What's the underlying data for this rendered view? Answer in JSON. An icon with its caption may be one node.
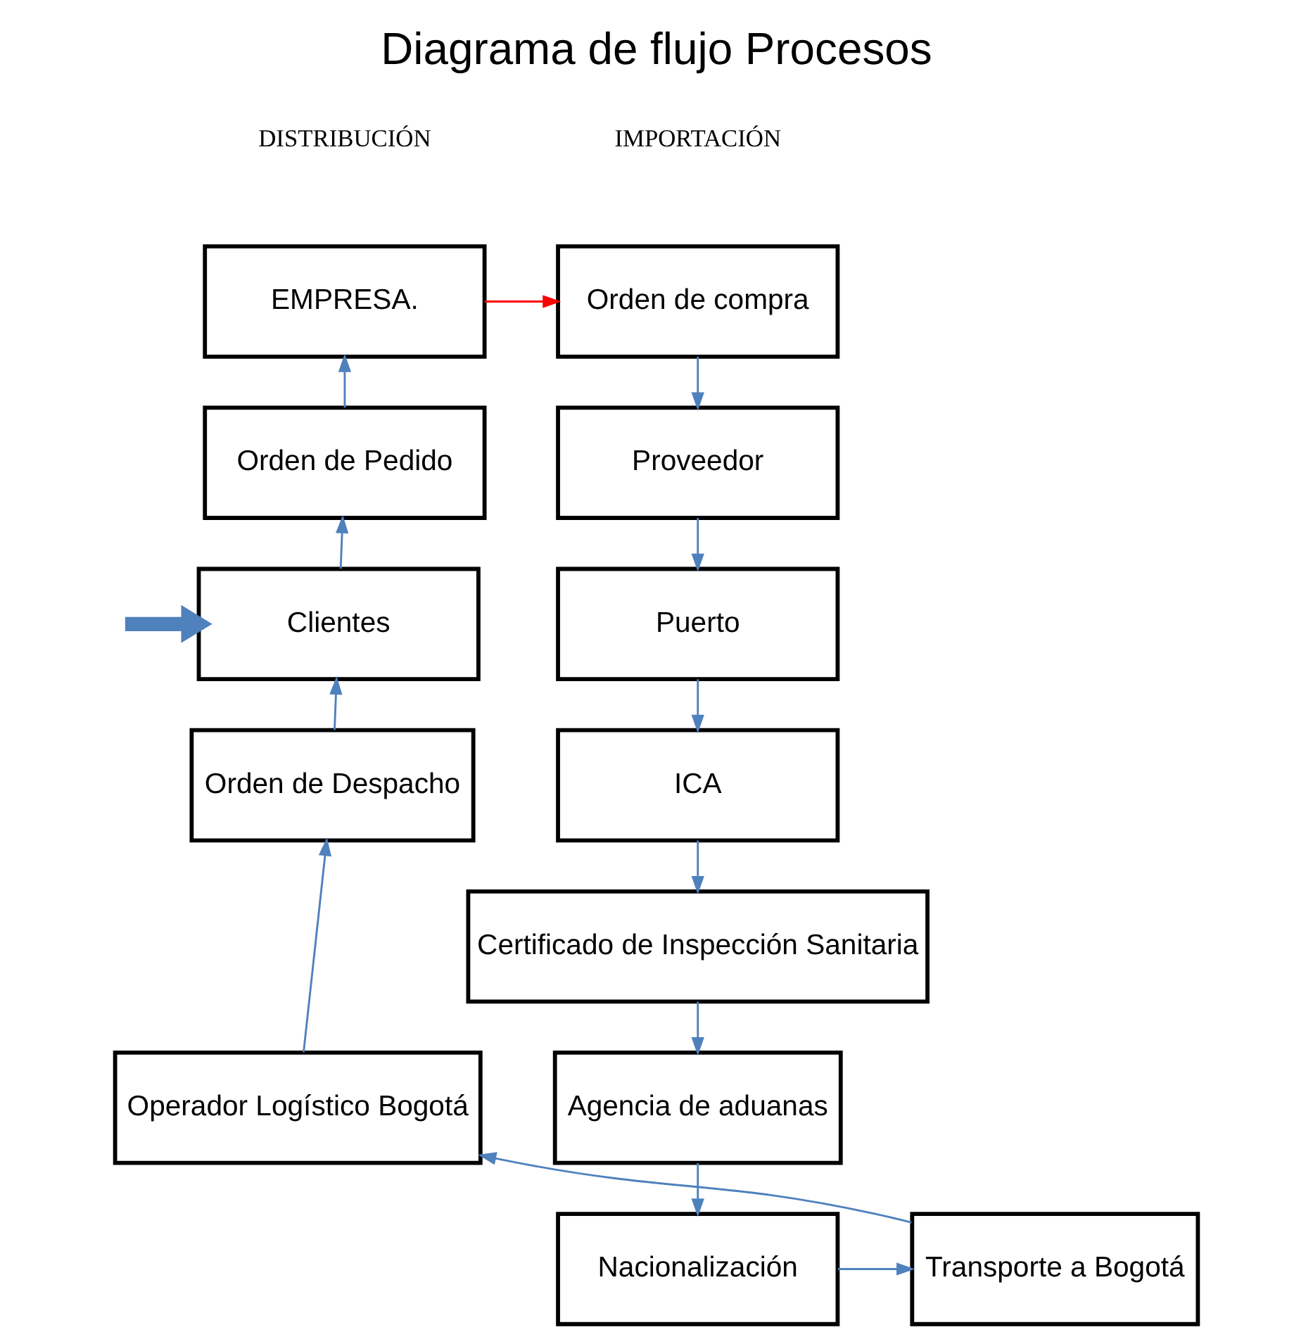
{
  "diagram": {
    "title": "Diagrama de flujo Procesos",
    "nodes": [
      {
        "text": [
          "Orden de compra"
        ]
      },
      {
        "text": [
          "Proveedor"
        ]
      },
      {
        "text": [
          "Puerto"
        ]
      },
      {
        "text": [
          "ICA"
        ]
      },
      {
        "text": [
          "Certificado de Inspección Sanitaria"
        ]
      },
      {
        "text": [
          "Agencia de aduanas"
        ]
      },
      {
        "text": [
          "Nacionalización"
        ]
      },
      {
        "text": [
          "EMPRESA."
        ]
      },
      {
        "text": [
          "Orden de Pedido"
        ]
      },
      {
        "text": [
          "Clientes"
        ]
      },
      {
        "text": [
          "Orden de Despacho"
        ]
      },
      {
        "text": [
          "Operador Logístico Bogotá"
        ]
      },
      {
        "text": [
          "Transporte a Bogotá"
        ]
      }
    ],
    "edges": [
      {
        "from": 0,
        "to": 1,
        "arrow": "to"
      },
      {
        "from": 1,
        "to": 2,
        "arrow": "to"
      },
      {
        "from": 2,
        "to": 3,
        "arrow": "to"
      },
      {
        "from": 3,
        "to": 4,
        "arrow": "to"
      },
      {
        "from": 4,
        "to": 5,
        "arrow": "to"
      },
      {
        "from": 5,
        "to": 6,
        "arrow": "to"
      },
      {
        "from": 6,
        "to": 12,
        "arrow": "to"
      },
      {
        "from": 12,
        "to": 11,
        "arrow": "to"
      },
      {
        "from": 11,
        "to": 10,
        "arrow": "to"
      },
      {
        "from": 10,
        "to": 9,
        "arrow": "to"
      },
      {
        "from": 9,
        "to": 8,
        "arrow": "to"
      },
      {
        "from": 8,
        "to": 7,
        "arrow": "to"
      },
      {
        "from": 7,
        "to": 0,
        "arrow": "to",
        "color": "#ff0000"
      },
      {
        "from": null,
        "to": 9,
        "arrow": "to",
        "style": "thick"
      }
    ],
    "labels": [
      "IMPORTACIÓN",
      "DISTRIBUCIÓN"
    ]
  }
}
